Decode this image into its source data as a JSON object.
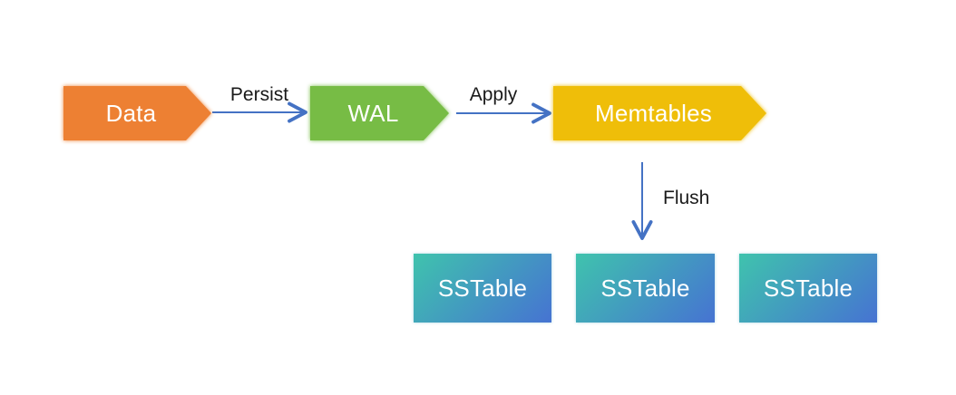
{
  "diagram": {
    "background": "#FFFFFF",
    "edge_color": "#4472C4",
    "label_color": "#1A1A1A",
    "nodes": {
      "data": {
        "label": "Data",
        "fill": "#ED8033",
        "text_color": "#FFFFFF"
      },
      "wal": {
        "label": "WAL",
        "fill": "#77BC45",
        "text_color": "#FFFFFF"
      },
      "memtables": {
        "label": "Memtables",
        "fill": "#EFBE09",
        "text_color": "#FFFFFF"
      },
      "sstable_1": {
        "label": "SSTable",
        "gradient_start": "#3FC3AD",
        "gradient_end": "#4673D2",
        "text_color": "#FFFFFF"
      },
      "sstable_2": {
        "label": "SSTable",
        "gradient_start": "#3FC3AD",
        "gradient_end": "#4673D2",
        "text_color": "#FFFFFF"
      },
      "sstable_3": {
        "label": "SSTable",
        "gradient_start": "#3FC3AD",
        "gradient_end": "#4673D2",
        "text_color": "#FFFFFF"
      }
    },
    "edges": {
      "persist": {
        "label": "Persist",
        "from": "data",
        "to": "wal"
      },
      "apply": {
        "label": "Apply",
        "from": "wal",
        "to": "memtables"
      },
      "flush": {
        "label": "Flush",
        "from": "memtables",
        "to": "sstable_2"
      }
    }
  }
}
